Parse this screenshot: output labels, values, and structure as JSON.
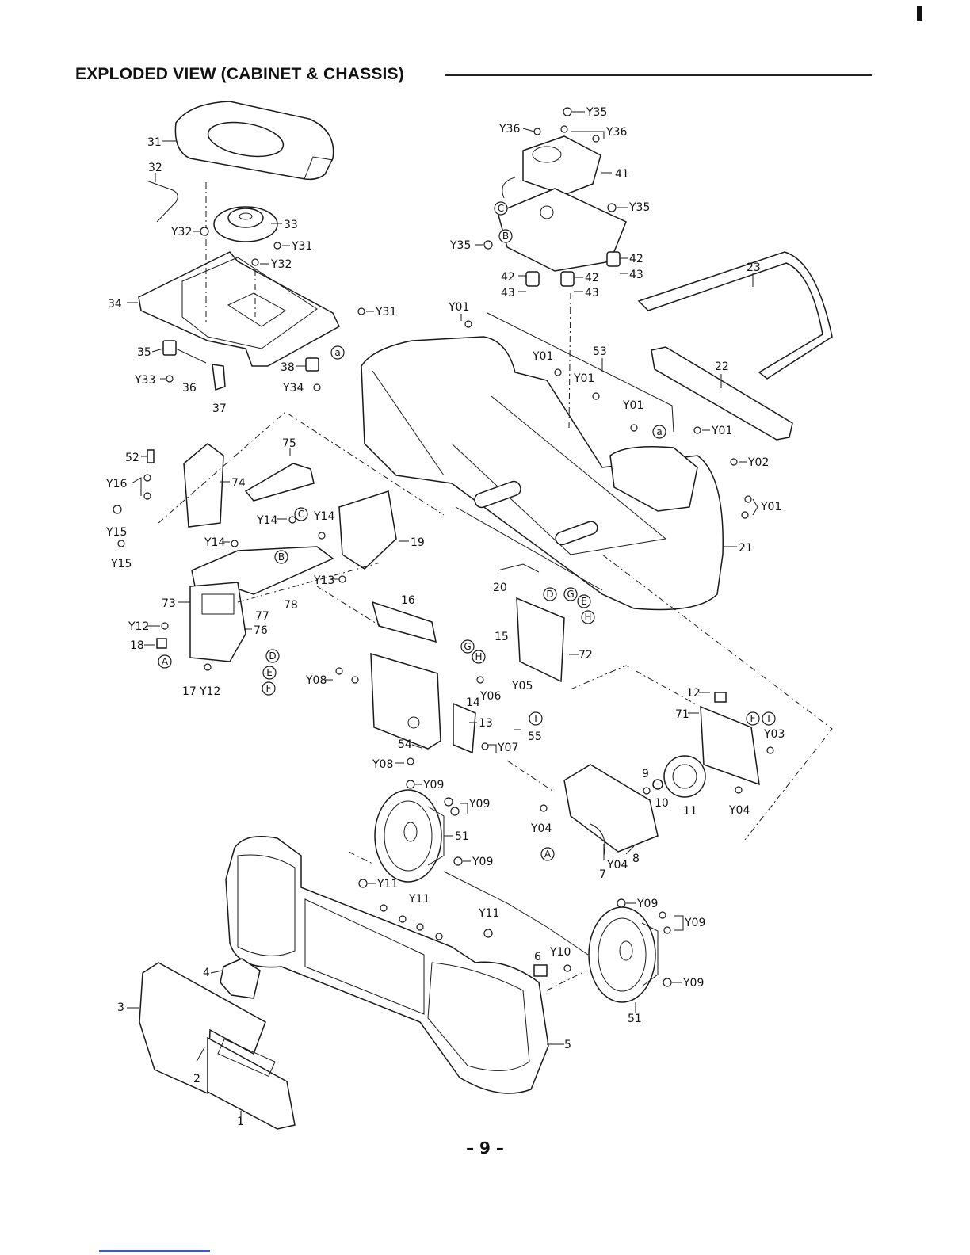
{
  "header": {
    "title": "EXPLODED VIEW (CABINET & CHASSIS)"
  },
  "footer": {
    "page_number": "– 9 –"
  },
  "callouts": [
    {
      "id": "c31",
      "label": "31"
    },
    {
      "id": "c32",
      "label": "32"
    },
    {
      "id": "c33",
      "label": "33"
    },
    {
      "id": "cY32a",
      "label": "Y32"
    },
    {
      "id": "cY31a",
      "label": "Y31"
    },
    {
      "id": "cY32b",
      "label": "Y32"
    },
    {
      "id": "c34",
      "label": "34"
    },
    {
      "id": "cY31b",
      "label": "Y31"
    },
    {
      "id": "c35",
      "label": "35"
    },
    {
      "id": "cY33",
      "label": "Y33"
    },
    {
      "id": "c36",
      "label": "36"
    },
    {
      "id": "c37",
      "label": "37"
    },
    {
      "id": "c38",
      "label": "38"
    },
    {
      "id": "cY34",
      "label": "Y34"
    },
    {
      "id": "cY35a",
      "label": "Y35"
    },
    {
      "id": "cY36a",
      "label": "Y36"
    },
    {
      "id": "cY36b",
      "label": "Y36"
    },
    {
      "id": "c41",
      "label": "41"
    },
    {
      "id": "cY35b",
      "label": "Y35"
    },
    {
      "id": "cY35c",
      "label": "Y35"
    },
    {
      "id": "c42a",
      "label": "42"
    },
    {
      "id": "c43a",
      "label": "43"
    },
    {
      "id": "c42b",
      "label": "42"
    },
    {
      "id": "c43b",
      "label": "43"
    },
    {
      "id": "c42c",
      "label": "42"
    },
    {
      "id": "c43c",
      "label": "43"
    },
    {
      "id": "c23",
      "label": "23"
    },
    {
      "id": "cY01a",
      "label": "Y01"
    },
    {
      "id": "cY01b",
      "label": "Y01"
    },
    {
      "id": "c53",
      "label": "53"
    },
    {
      "id": "cY01c",
      "label": "Y01"
    },
    {
      "id": "cY01d",
      "label": "Y01"
    },
    {
      "id": "c22",
      "label": "22"
    },
    {
      "id": "cY01e",
      "label": "Y01"
    },
    {
      "id": "cY02",
      "label": "Y02"
    },
    {
      "id": "cY01f",
      "label": "Y01"
    },
    {
      "id": "c21",
      "label": "21"
    },
    {
      "id": "c20",
      "label": "20"
    },
    {
      "id": "c75",
      "label": "75"
    },
    {
      "id": "c52",
      "label": "52"
    },
    {
      "id": "cY16",
      "label": "Y16"
    },
    {
      "id": "c74",
      "label": "74"
    },
    {
      "id": "cY15a",
      "label": "Y15"
    },
    {
      "id": "cY15b",
      "label": "Y15"
    },
    {
      "id": "cY14a",
      "label": "Y14"
    },
    {
      "id": "cY14b",
      "label": "Y14"
    },
    {
      "id": "cY14c",
      "label": "Y14"
    },
    {
      "id": "c19",
      "label": "19"
    },
    {
      "id": "cY13",
      "label": "Y13"
    },
    {
      "id": "c73",
      "label": "73"
    },
    {
      "id": "c77",
      "label": "77"
    },
    {
      "id": "c78",
      "label": "78"
    },
    {
      "id": "c76",
      "label": "76"
    },
    {
      "id": "cY12a",
      "label": "Y12"
    },
    {
      "id": "c18",
      "label": "18"
    },
    {
      "id": "c17",
      "label": "17"
    },
    {
      "id": "cY12b",
      "label": "Y12"
    },
    {
      "id": "c16",
      "label": "16"
    },
    {
      "id": "c15",
      "label": "15"
    },
    {
      "id": "c72",
      "label": "72"
    },
    {
      "id": "cY08a",
      "label": "Y08"
    },
    {
      "id": "c14",
      "label": "14"
    },
    {
      "id": "cY06",
      "label": "Y06"
    },
    {
      "id": "cY05",
      "label": "Y05"
    },
    {
      "id": "c12",
      "label": "12"
    },
    {
      "id": "c13",
      "label": "13"
    },
    {
      "id": "c71",
      "label": "71"
    },
    {
      "id": "cY03",
      "label": "Y03"
    },
    {
      "id": "c55",
      "label": "55"
    },
    {
      "id": "c54",
      "label": "54"
    },
    {
      "id": "cY07",
      "label": "Y07"
    },
    {
      "id": "cY08b",
      "label": "Y08"
    },
    {
      "id": "cY09a",
      "label": "Y09"
    },
    {
      "id": "cY09b",
      "label": "Y09"
    },
    {
      "id": "c51a",
      "label": "51"
    },
    {
      "id": "c9",
      "label": "9"
    },
    {
      "id": "c10",
      "label": "10"
    },
    {
      "id": "c11",
      "label": "11"
    },
    {
      "id": "cY04a",
      "label": "Y04"
    },
    {
      "id": "cY04b",
      "label": "Y04"
    },
    {
      "id": "cY04c",
      "label": "Y04"
    },
    {
      "id": "c8",
      "label": "8"
    },
    {
      "id": "c7",
      "label": "7"
    },
    {
      "id": "cY09c",
      "label": "Y09"
    },
    {
      "id": "cY11a",
      "label": "Y11"
    },
    {
      "id": "cY11b",
      "label": "Y11"
    },
    {
      "id": "cY11c",
      "label": "Y11"
    },
    {
      "id": "cY09d",
      "label": "Y09"
    },
    {
      "id": "cY09e",
      "label": "Y09"
    },
    {
      "id": "c6",
      "label": "6"
    },
    {
      "id": "cY10",
      "label": "Y10"
    },
    {
      "id": "cY09f",
      "label": "Y09"
    },
    {
      "id": "c51b",
      "label": "51"
    },
    {
      "id": "c4",
      "label": "4"
    },
    {
      "id": "c3",
      "label": "3"
    },
    {
      "id": "c5",
      "label": "5"
    },
    {
      "id": "c2",
      "label": "2"
    },
    {
      "id": "c1",
      "label": "1"
    }
  ],
  "connection_markers": [
    {
      "id": "mA1",
      "letter": "A"
    },
    {
      "id": "mA2",
      "letter": "A"
    },
    {
      "id": "mB1",
      "letter": "B"
    },
    {
      "id": "mB2",
      "letter": "B"
    },
    {
      "id": "mB3",
      "letter": "B"
    },
    {
      "id": "mC1",
      "letter": "C"
    },
    {
      "id": "mC2",
      "letter": "C"
    },
    {
      "id": "mD1",
      "letter": "D"
    },
    {
      "id": "mD2",
      "letter": "D"
    },
    {
      "id": "mE1",
      "letter": "E"
    },
    {
      "id": "mE2",
      "letter": "E"
    },
    {
      "id": "mF1",
      "letter": "F"
    },
    {
      "id": "mF2",
      "letter": "F"
    },
    {
      "id": "mG1",
      "letter": "G"
    },
    {
      "id": "mG2",
      "letter": "G"
    },
    {
      "id": "mH1",
      "letter": "H"
    },
    {
      "id": "mH2",
      "letter": "H"
    },
    {
      "id": "mI1",
      "letter": "I"
    },
    {
      "id": "mI2",
      "letter": "I"
    },
    {
      "id": "ma1",
      "letter": "a"
    },
    {
      "id": "ma2",
      "letter": "a"
    }
  ]
}
